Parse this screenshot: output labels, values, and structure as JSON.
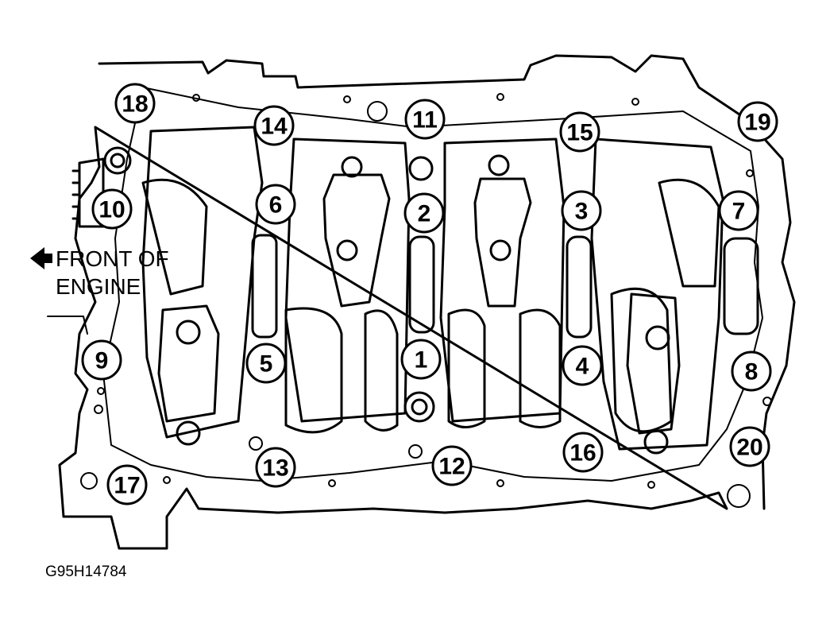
{
  "figure": {
    "front_label_line1": "FRONT OF",
    "front_label_line2": "ENGINE",
    "figure_id": "G95H14784"
  },
  "bolts": [
    {
      "num": "1"
    },
    {
      "num": "2"
    },
    {
      "num": "3"
    },
    {
      "num": "4"
    },
    {
      "num": "5"
    },
    {
      "num": "6"
    },
    {
      "num": "7"
    },
    {
      "num": "8"
    },
    {
      "num": "9"
    },
    {
      "num": "10"
    },
    {
      "num": "11"
    },
    {
      "num": "12"
    },
    {
      "num": "13"
    },
    {
      "num": "14"
    },
    {
      "num": "15"
    },
    {
      "num": "16"
    },
    {
      "num": "17"
    },
    {
      "num": "18"
    },
    {
      "num": "19"
    },
    {
      "num": "20"
    }
  ],
  "colors": {
    "line": "#000000",
    "background": "#ffffff"
  }
}
